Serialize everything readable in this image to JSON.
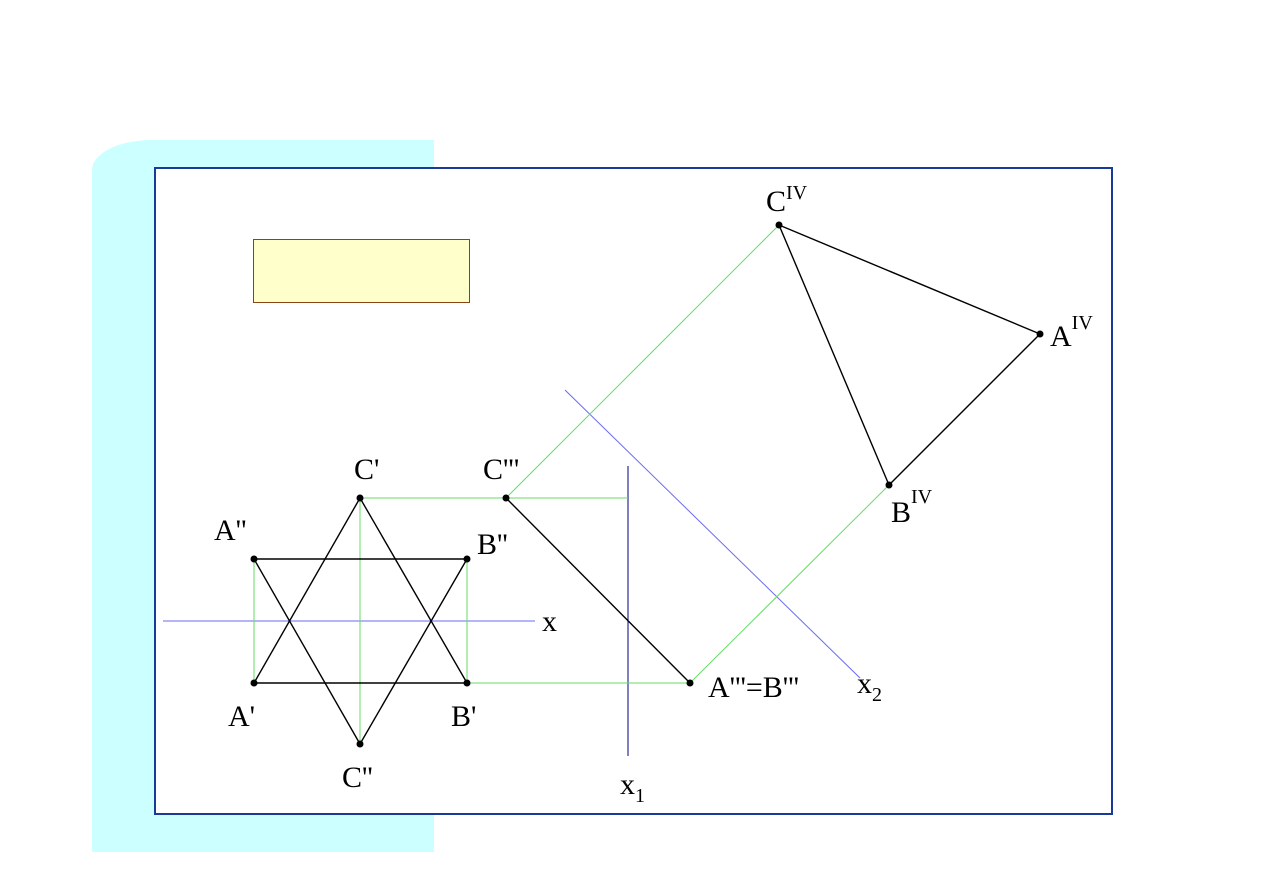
{
  "diagram": {
    "colors": {
      "frame": "#1a3a9a",
      "background_tab": "#ccffff",
      "note_box_fill": "#ffffcc",
      "note_box_border": "#8b4513",
      "axis_line": "#6a6af0",
      "projection_line": "#66dd66",
      "edge_line": "#000000"
    },
    "labels": {
      "c_prime": "C'",
      "c_triple": "C'''",
      "a_double": "A''",
      "b_double": "B''",
      "x_axis": "x",
      "a_prime": "A'",
      "b_prime": "B'",
      "c_double": "C''",
      "a3_b3": "A'''=B'''",
      "x1_base": "x",
      "x1_sub": "1",
      "x2_base": "x",
      "x2_sub": "2",
      "c_iv_base": "C",
      "c_iv_sup": "IV",
      "a_iv_base": "A",
      "a_iv_sup": "IV",
      "b_iv_base": "B",
      "b_iv_sup": "IV"
    }
  }
}
